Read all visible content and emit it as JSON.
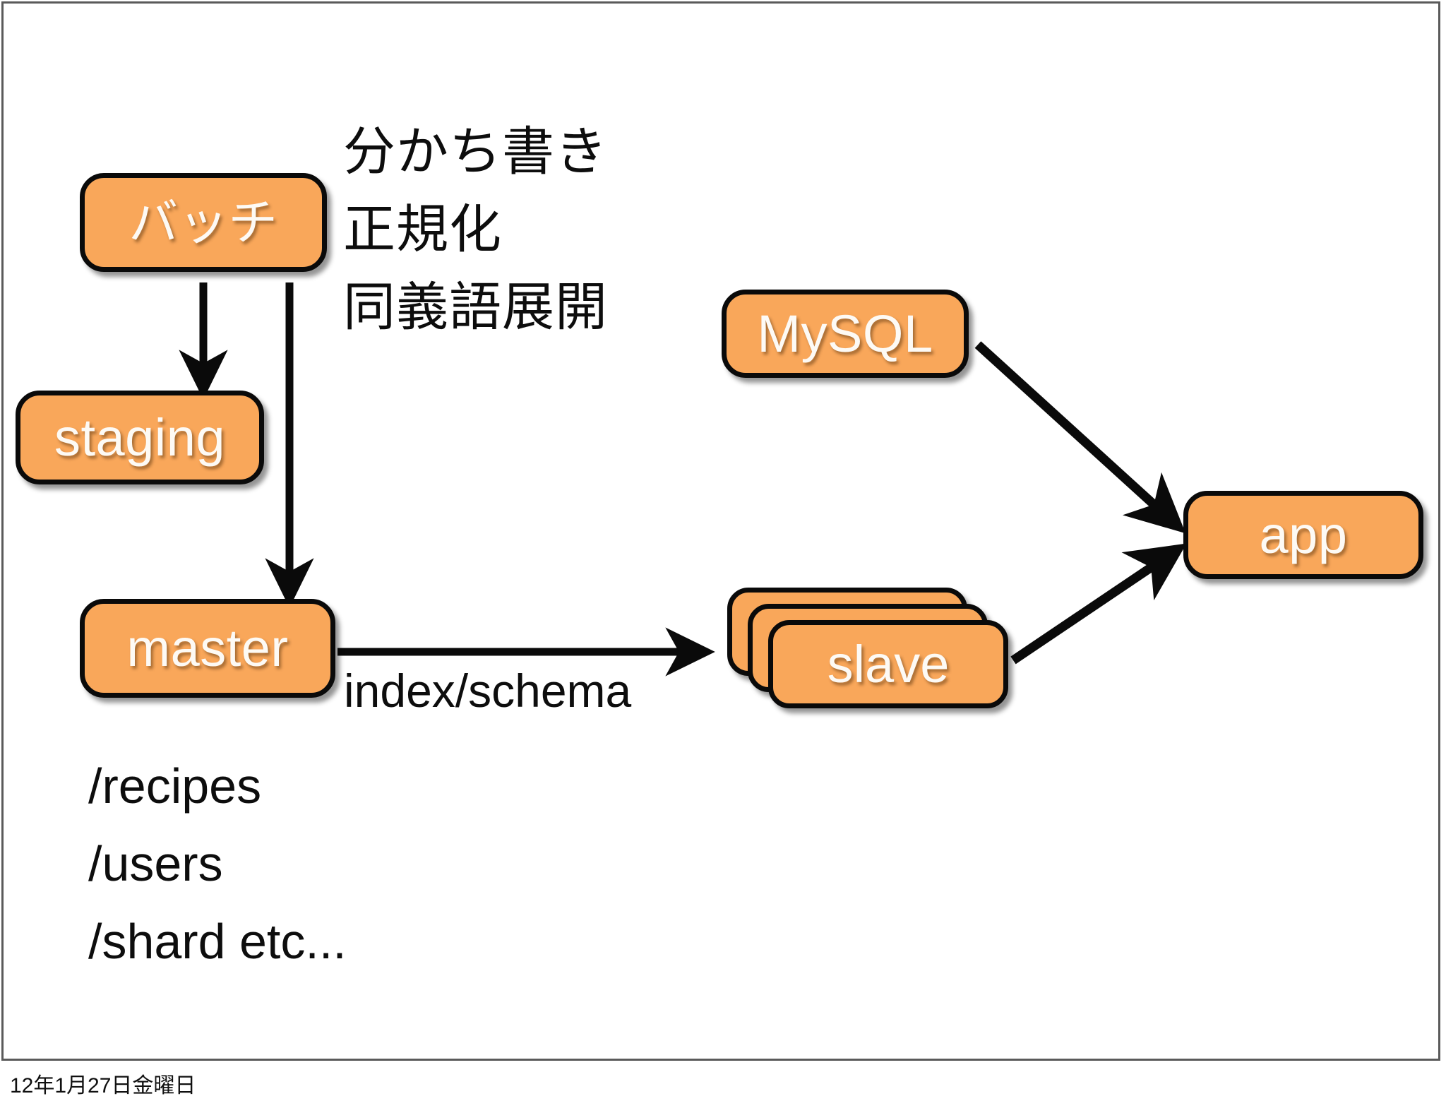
{
  "slide": {
    "background_color": "#ffffff",
    "frame_border_color": "#5a5a5a",
    "node_fill_color": "#f9a75a",
    "node_border_color": "#0a0a0a",
    "node_text_color": "#fdfaf5",
    "text_color": "#0d0d0d"
  },
  "nodes": {
    "batch": {
      "label": "バッチ"
    },
    "staging": {
      "label": "staging"
    },
    "master": {
      "label": "master"
    },
    "mysql": {
      "label": "MySQL"
    },
    "slave": {
      "label": "slave",
      "stack_count": 3
    },
    "app": {
      "label": "app"
    }
  },
  "annotations": {
    "processing_steps": [
      "分かち書き",
      "正規化",
      "同義語展開"
    ],
    "edge_label_index_schema": "index/schema",
    "paths": [
      "/recipes",
      "/users",
      "/shard etc..."
    ]
  },
  "edges": [
    {
      "from": "batch",
      "to": "staging",
      "label": ""
    },
    {
      "from": "batch",
      "to": "master",
      "label": ""
    },
    {
      "from": "master",
      "to": "slave",
      "label": "index/schema"
    },
    {
      "from": "mysql",
      "to": "app",
      "label": ""
    },
    {
      "from": "slave",
      "to": "app",
      "label": ""
    }
  ],
  "footer": {
    "date": "12年1月27日金曜日"
  }
}
